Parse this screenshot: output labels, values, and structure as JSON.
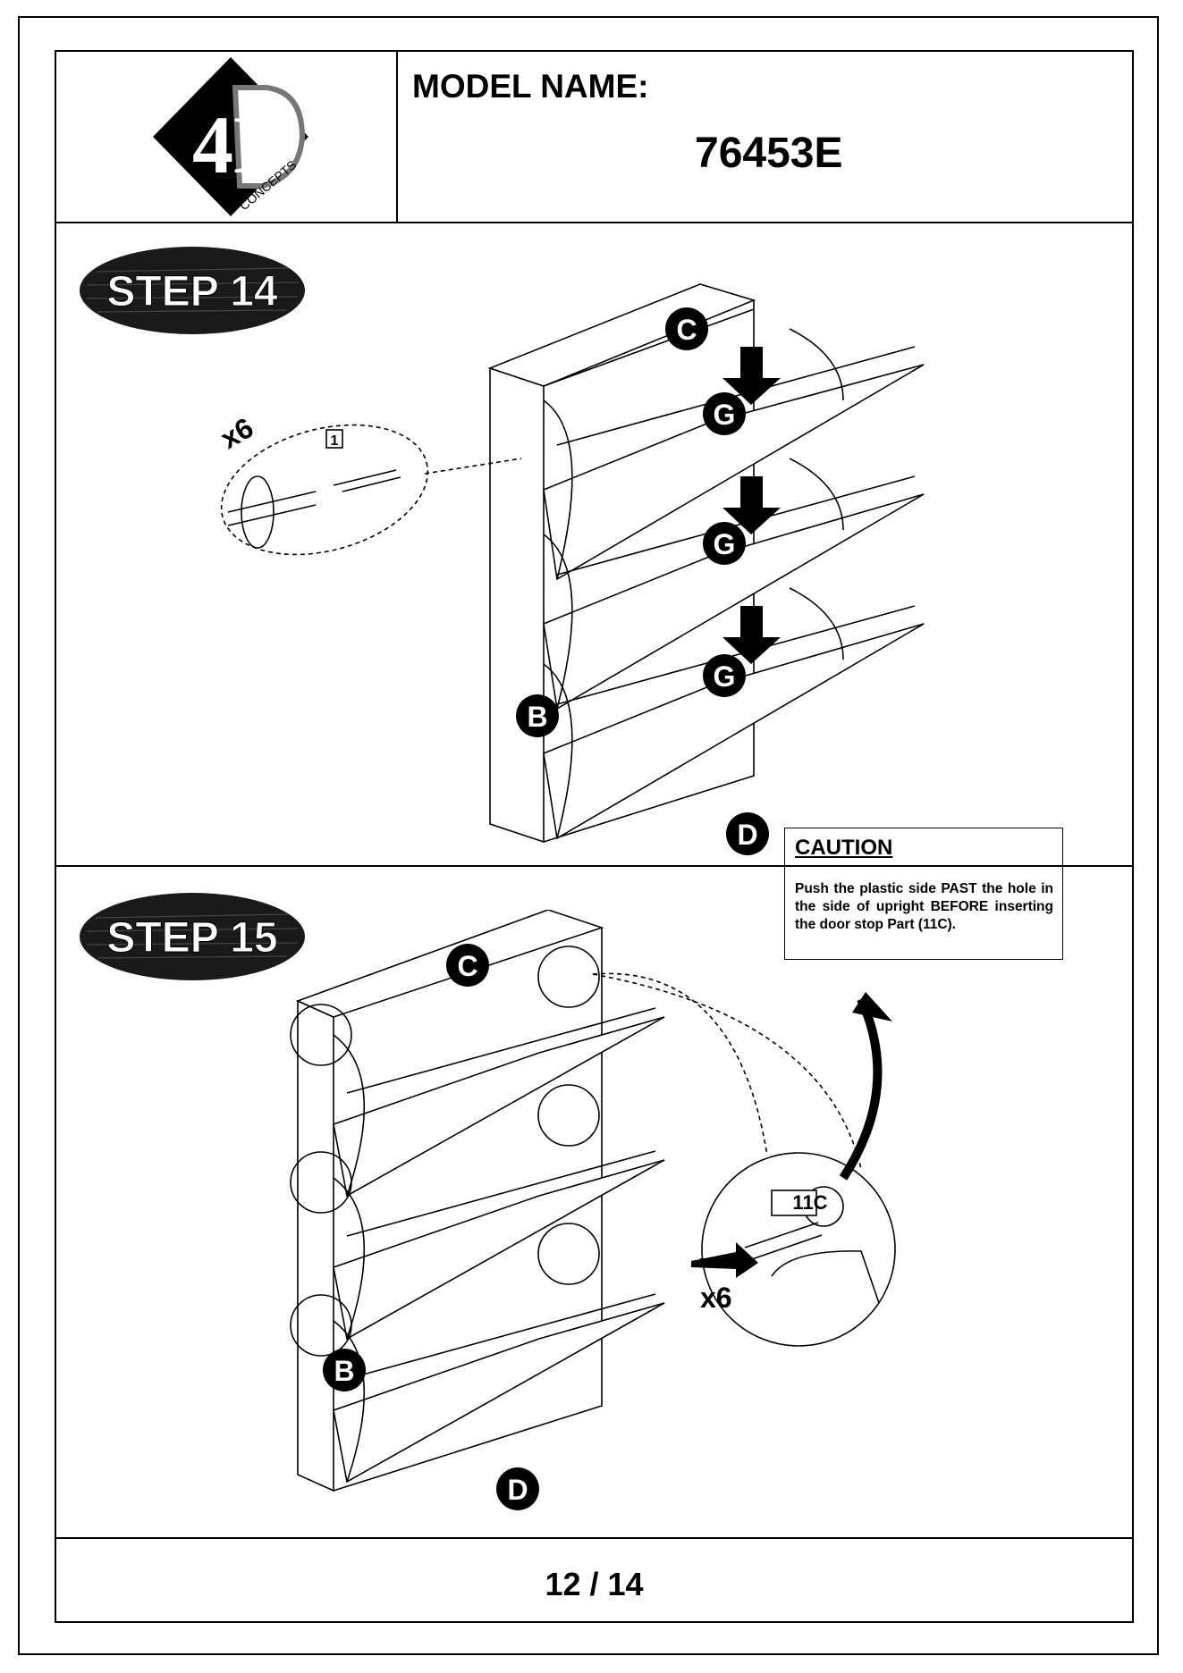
{
  "header": {
    "model_label": "MODEL NAME:",
    "model_value": "76453E",
    "logo_text": "4D",
    "logo_subtext": "CONCEPTS"
  },
  "steps": [
    {
      "label": "STEP 14",
      "parts": [
        "C",
        "G",
        "G",
        "G",
        "B",
        "D"
      ],
      "callout_qty": "x6",
      "callout_part": "1"
    },
    {
      "label": "STEP 15",
      "parts": [
        "C",
        "B",
        "D"
      ],
      "callout_qty": "x6",
      "callout_part": "11C"
    }
  ],
  "caution": {
    "title": "CAUTION",
    "text": "Push the plastic side PAST the hole in the side of upright BEFORE inserting the door stop Part (11C)."
  },
  "footer": {
    "page": "12 / 14"
  },
  "colors": {
    "badge": "#1a1a1a",
    "ink": "#000000"
  }
}
